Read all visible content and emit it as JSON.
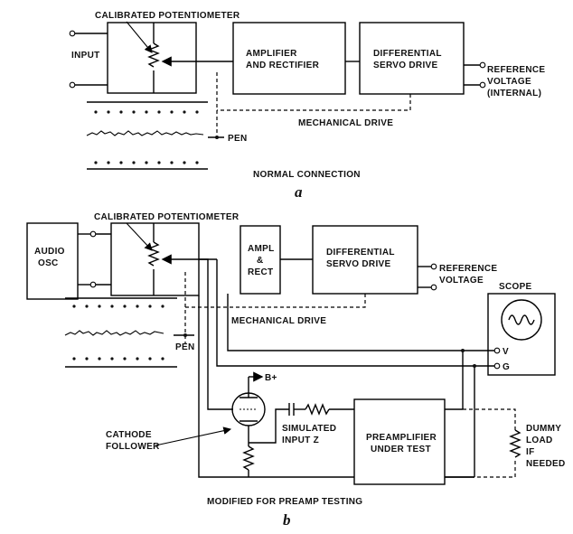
{
  "part_a": {
    "pot_label": "CALIBRATED POTENTIOMETER",
    "input_label": "INPUT",
    "amp_label": [
      "AMPLIFIER",
      "AND RECTIFIER"
    ],
    "servo_label": [
      "DIFFERENTIAL",
      "SERVO DRIVE"
    ],
    "ref_label": [
      "REFERENCE",
      "VOLTAGE",
      "(INTERNAL)"
    ],
    "mech_label": "MECHANICAL DRIVE",
    "pen_label": "PEN",
    "caption": "NORMAL CONNECTION",
    "letter": "a"
  },
  "part_b": {
    "osc_label": [
      "AUDIO",
      "OSC"
    ],
    "pot_label": "CALIBRATED POTENTIOMETER",
    "amp_label": [
      "AMPL",
      "&",
      "RECT"
    ],
    "servo_label": [
      "DIFFERENTIAL",
      "SERVO DRIVE"
    ],
    "ref_label": [
      "REFERENCE",
      "VOLTAGE"
    ],
    "scope_label": "SCOPE",
    "mech_label": "MECHANICAL DRIVE",
    "pen_label": "PEN",
    "v_label": "V",
    "g_label": "G",
    "bplus_label": "B+",
    "cf_label": [
      "CATHODE",
      "FOLLOWER"
    ],
    "sim_label": [
      "SIMULATED",
      "INPUT  Z"
    ],
    "preamp_label": [
      "PREAMPLIFIER",
      "UNDER TEST"
    ],
    "dummy_label": [
      "DUMMY",
      "LOAD",
      "IF",
      "NEEDED"
    ],
    "caption": "MODIFIED FOR PREAMP TESTING",
    "letter": "b"
  }
}
